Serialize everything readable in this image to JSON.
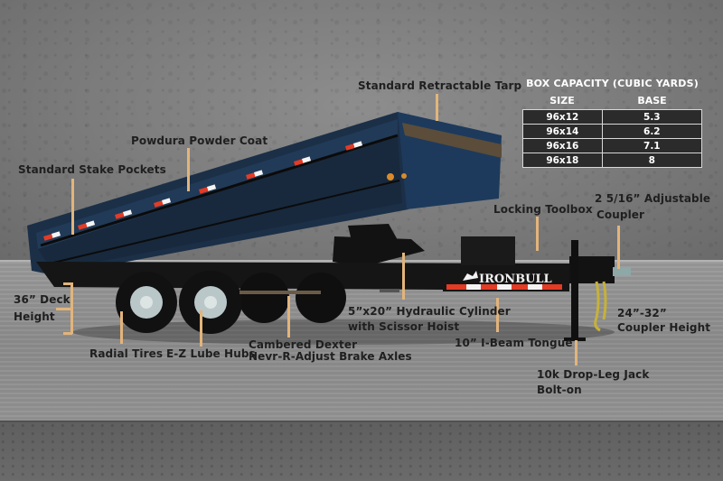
{
  "brand": {
    "name": "IRONBULL",
    "colors": {
      "box_blue": "#1d3a5c",
      "frame_black": "#151515",
      "leader_tan": "#e2b47b",
      "reflector_red": "#e23b26",
      "reflector_white": "#f4f4f4"
    }
  },
  "capacity_table": {
    "title": "BOX CAPACITY (CUBIC YARDS)",
    "columns": [
      "SIZE",
      "BASE"
    ],
    "rows": [
      {
        "size": "96x12",
        "base": "5.3"
      },
      {
        "size": "96x14",
        "base": "6.2"
      },
      {
        "size": "96x16",
        "base": "7.1"
      },
      {
        "size": "96x18",
        "base": "8"
      }
    ]
  },
  "features": {
    "tarp": "Standard Retractable Tarp",
    "powder_coat": "Powdura Powder Coat",
    "stake_pockets": "Standard Stake Pockets",
    "toolbox": "Locking Toolbox",
    "coupler_line1": "2 5/16” Adjustable",
    "coupler_line2": "Coupler",
    "deck_height_line1": "36” Deck",
    "deck_height_line2": "Height",
    "tires": "Radial Tires",
    "hubs": "E-Z Lube Hubs",
    "axles_line1": "Cambered Dexter",
    "axles_line2": "Nevr-R-Adjust Brake Axles",
    "cylinder_line1": "5”x20”  Hydraulic Cylinder",
    "cylinder_line2": "with Scissor Hoist",
    "tongue": "10” I-Beam Tongue",
    "coupler_height_line1": "24”-32”",
    "coupler_height_line2": "Coupler Height",
    "jack_line1": "10k Drop-Leg Jack",
    "jack_line2": "Bolt-on"
  }
}
